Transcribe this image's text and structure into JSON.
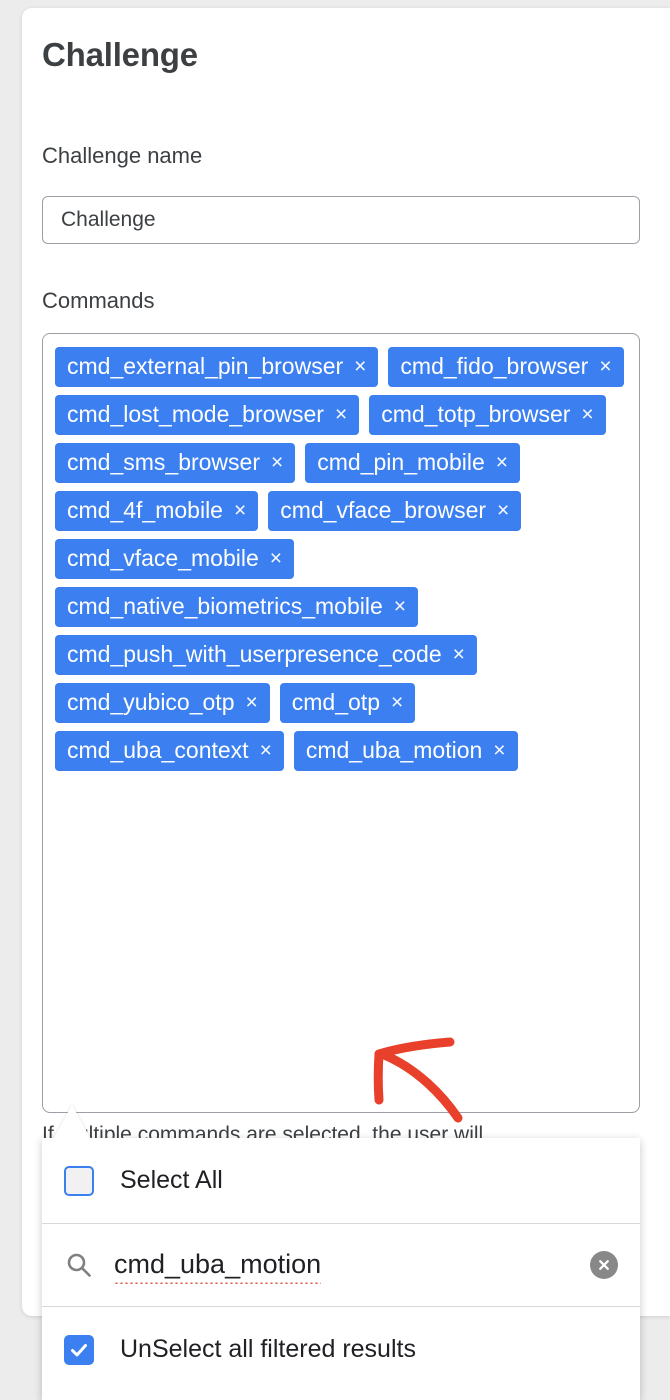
{
  "page": {
    "title": "Challenge",
    "background_color": "#ececec",
    "card_color": "#ffffff"
  },
  "form": {
    "challenge_name": {
      "label": "Challenge name",
      "value": "Challenge",
      "placeholder": "Challenge"
    },
    "commands": {
      "label": "Commands",
      "accent_color": "#3b7ff0",
      "remove_glyph": "×",
      "chips": [
        {
          "label": "cmd_external_pin_browser"
        },
        {
          "label": "cmd_fido_browser"
        },
        {
          "label": "cmd_lost_mode_browser"
        },
        {
          "label": "cmd_totp_browser"
        },
        {
          "label": "cmd_sms_browser"
        },
        {
          "label": "cmd_pin_mobile"
        },
        {
          "label": "cmd_4f_mobile"
        },
        {
          "label": "cmd_vface_browser"
        },
        {
          "label": "cmd_vface_mobile"
        },
        {
          "label": "cmd_native_biometrics_mobile"
        },
        {
          "label": "cmd_push_with_userpresence_code"
        },
        {
          "label": "cmd_yubico_otp"
        },
        {
          "label": "cmd_otp"
        },
        {
          "label": "cmd_uba_context"
        },
        {
          "label": "cmd_uba_motion"
        }
      ]
    },
    "helper_text": "If multiple commands are selected, the user will"
  },
  "dropdown": {
    "select_all": {
      "label": "Select All",
      "checked": false
    },
    "search": {
      "value": "cmd_uba_motion",
      "placeholder": "cmd_uba_motion",
      "icon": "search-icon",
      "clear_icon": "clear-circle-icon",
      "spellcheck_underline_color": "#e05b4a"
    },
    "unselect_all_filtered": {
      "label": "UnSelect all filtered results",
      "checked": true
    }
  },
  "annotation": {
    "type": "hand-drawn-arrow",
    "color": "#e8402a",
    "points_to": "cmd_uba_motion"
  }
}
